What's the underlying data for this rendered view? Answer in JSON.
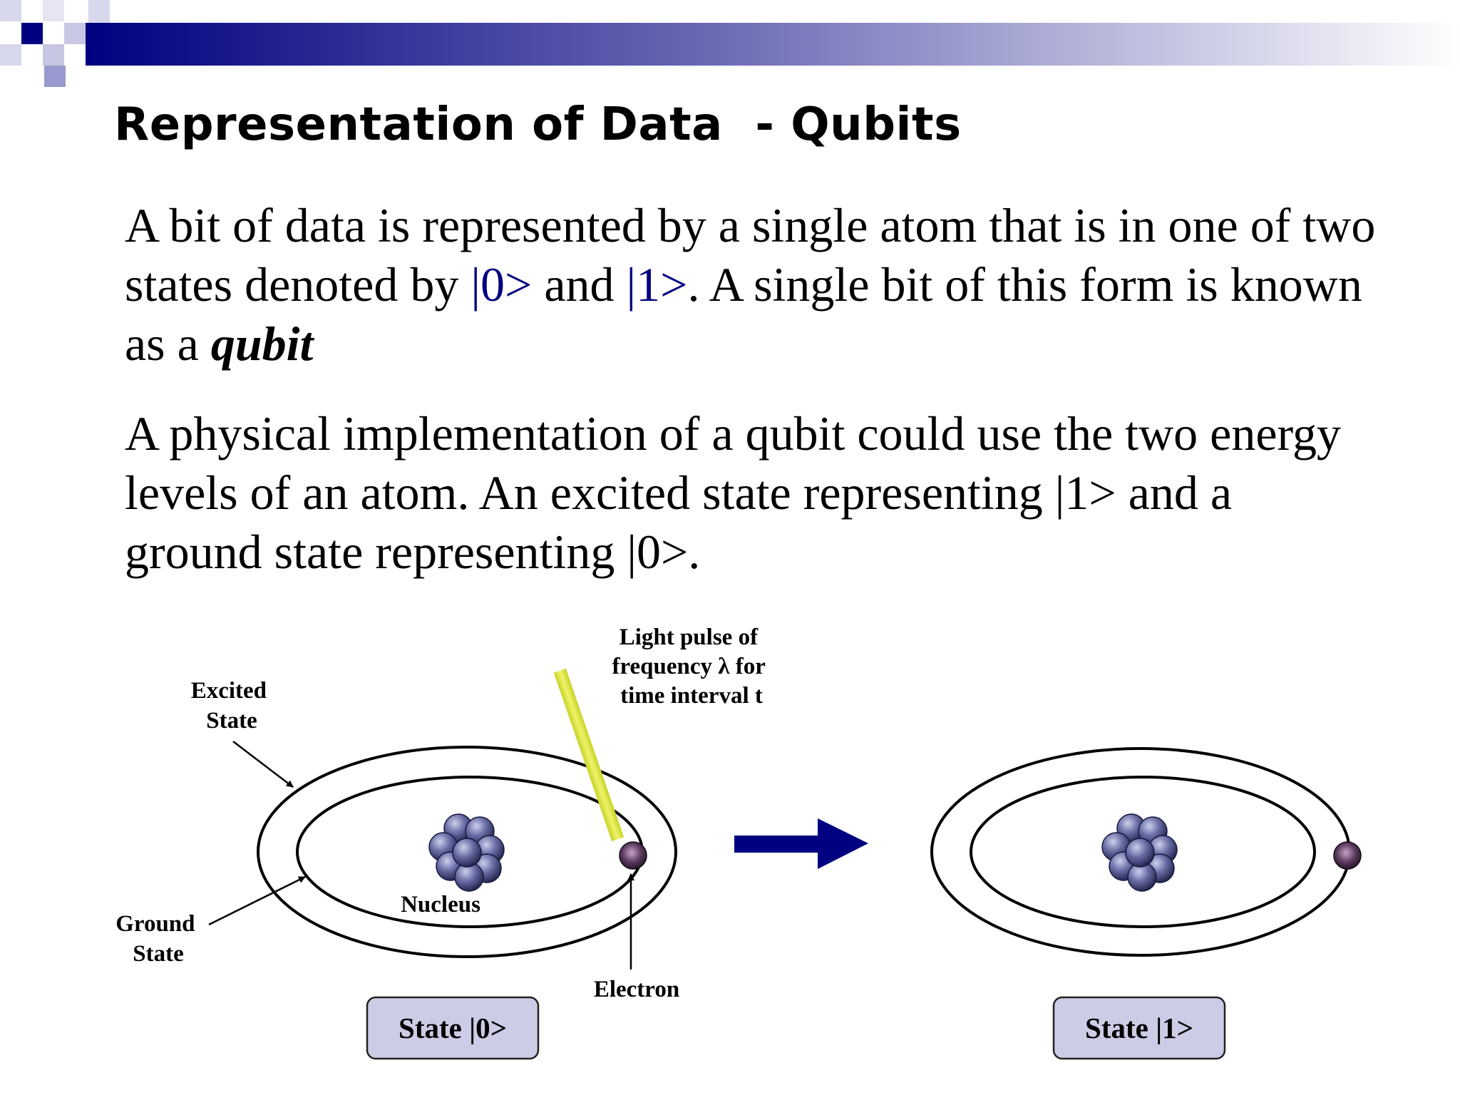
{
  "slide": {
    "title": "Representation of Data  - Qubits",
    "paragraph1": {
      "t1": "A bit of data is represented by a single atom that is in one of two states denoted by ",
      "ket0": "|0>",
      "t2": " and ",
      "ket1": "|1>",
      "t3": ".  A single bit of this form is known as a ",
      "term": "qubit"
    },
    "paragraph2": "A physical implementation of a qubit could use the two energy levels of an atom.  An excited state representing |1> and a ground state representing |0>."
  },
  "diagram": {
    "labels": {
      "excited_line1": "Excited",
      "excited_line2": "State",
      "ground_line1": "Ground",
      "ground_line2": "State",
      "nucleus": "Nucleus",
      "electron": "Electron",
      "pulse_line1": "Light pulse of",
      "pulse_line2": "frequency λ for",
      "pulse_line3": "time interval t"
    },
    "state_left": "State |0>",
    "state_right": "State |1>"
  },
  "colors": {
    "header_dark": "#000080",
    "ket_text": "#000080",
    "arrow": "#000080",
    "light_pulse": "#e6f03c",
    "state_box": "#cccce6"
  }
}
